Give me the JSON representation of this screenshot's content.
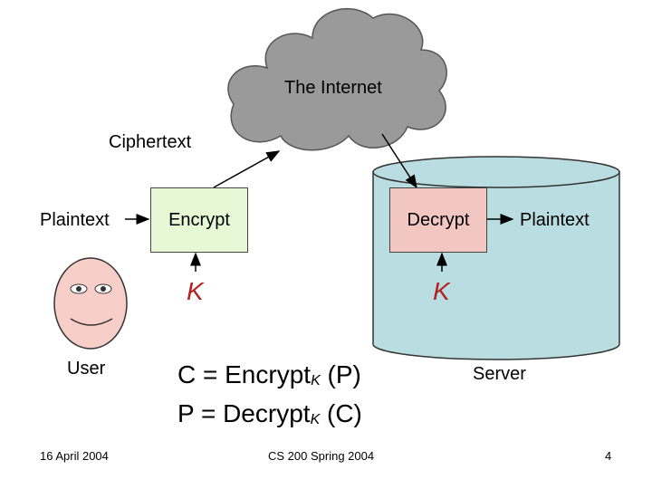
{
  "internet": {
    "label": "The Internet"
  },
  "ciphertext_label": "Ciphertext",
  "plaintext_in": "Plaintext",
  "plaintext_out": "Plaintext",
  "encrypt_label": "Encrypt",
  "decrypt_label": "Decrypt",
  "key_left": "K",
  "key_right": "K",
  "user_label": "User",
  "server_label": "Server",
  "equations": {
    "line1_a": "C = Encrypt",
    "line1_sub": "K",
    "line1_b": " (P)",
    "line2_a": "P = Decrypt",
    "line2_sub": "K",
    "line2_b": " (C)"
  },
  "footer": {
    "date": "16 April 2004",
    "course": "CS 200 Spring 2004",
    "page": "4"
  },
  "colors": {
    "cloud": "#9a9a9a",
    "server": "#b9dde0",
    "encrypt_box": "#e6f8d6",
    "decrypt_box": "#f2c6c1",
    "face": "#f8cfc8",
    "key_text": "#b22222"
  }
}
